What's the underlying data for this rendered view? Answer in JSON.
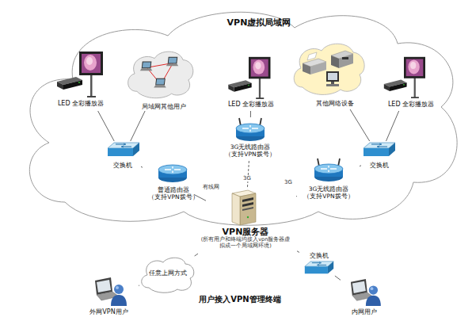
{
  "diagram": {
    "nodes": [
      {
        "text": [
          "VPN虚拟局域网"
        ]
      },
      {
        "text": [
          "LED 全彩播放器"
        ],
        "in": 0
      },
      {
        "text": [
          "局域网其他用户"
        ],
        "in": 0
      },
      {
        "text": [
          "LED 全彩播放器"
        ],
        "in": 0
      },
      {
        "text": [
          "其他网络设备"
        ],
        "in": 0
      },
      {
        "text": [
          "LED 全彩播放器"
        ],
        "in": 0
      },
      {
        "text": [
          "交换机"
        ],
        "in": 0
      },
      {
        "text": [
          "3G无线路由器 （支持VPN拨号）"
        ],
        "in": 0
      },
      {
        "text": [
          "交换机"
        ],
        "in": 0
      },
      {
        "text": [
          "普通路由器 （支持VPN拨号）"
        ],
        "in": 0
      },
      {
        "text": [
          "3G无线路由器 （支持VPN拨号）"
        ],
        "in": 0
      },
      {
        "text": [
          "VPN服务器",
          "(所有用户和终端均接入vpn服务器虚拟成一个局域网环境)"
        ]
      },
      {
        "text": [
          "任意上网方式"
        ]
      },
      {
        "text": [
          "交换机"
        ]
      },
      {
        "text": [
          "外网VPN用户"
        ]
      },
      {
        "text": [
          "内网用户"
        ]
      }
    ],
    "edges": [
      {
        "from": 6,
        "to": 1,
        "arrow": "none"
      },
      {
        "from": 6,
        "to": 2,
        "arrow": "none"
      },
      {
        "from": 6,
        "to": 9,
        "arrow": "none"
      },
      {
        "from": 8,
        "to": 4,
        "arrow": "none"
      },
      {
        "from": 8,
        "to": 5,
        "arrow": "none"
      },
      {
        "from": 8,
        "to": 10,
        "arrow": "none"
      },
      {
        "from": 3,
        "to": 7,
        "arrow": "none"
      },
      {
        "from": 9,
        "to": 11,
        "label": "有线网",
        "arrow": "none"
      },
      {
        "from": 7,
        "to": 11,
        "label": "3G",
        "arrow": "none"
      },
      {
        "from": 10,
        "to": 11,
        "label": "3G",
        "arrow": "none"
      },
      {
        "from": 11,
        "to": 12,
        "arrow": "none"
      },
      {
        "from": 12,
        "to": 14,
        "arrow": "none"
      },
      {
        "from": 11,
        "to": 13,
        "arrow": "none"
      },
      {
        "from": 13,
        "to": 15,
        "arrow": "none"
      }
    ],
    "labels": [
      "用户接入VPN管理终端"
    ]
  }
}
